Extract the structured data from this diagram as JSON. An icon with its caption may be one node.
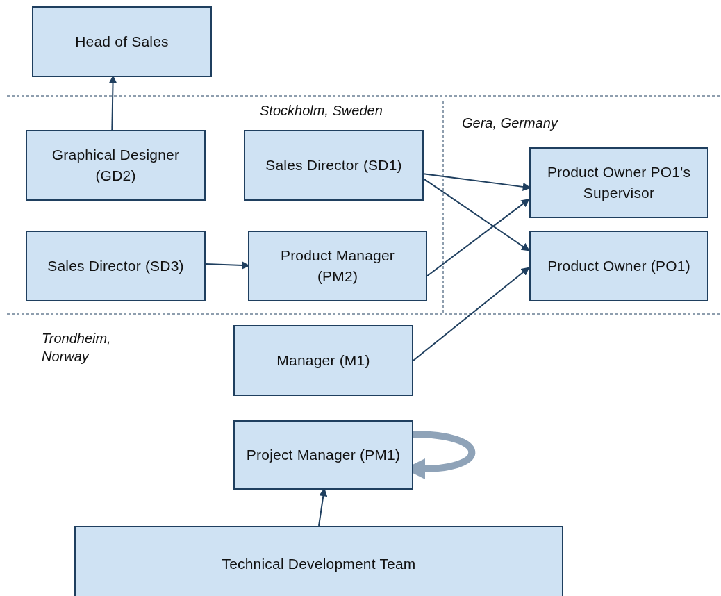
{
  "diagram": {
    "nodes": [
      {
        "text": [
          "Head of Sales"
        ]
      },
      {
        "text": [
          "Graphical Designer (GD2)"
        ]
      },
      {
        "text": [
          "Sales Director (SD1)"
        ]
      },
      {
        "text": [
          "Product Owner PO1's Supervisor"
        ]
      },
      {
        "text": [
          "Sales Director (SD3)"
        ]
      },
      {
        "text": [
          "Product Manager (PM2)"
        ]
      },
      {
        "text": [
          "Product Owner (PO1)"
        ]
      },
      {
        "text": [
          "Manager (M1)"
        ]
      },
      {
        "text": [
          "Project Manager (PM1)"
        ]
      },
      {
        "text": [
          "Technical Development Team"
        ]
      }
    ],
    "edges": [
      {
        "from": 1,
        "to": 0,
        "arrow": "to"
      },
      {
        "from": 2,
        "to": 3,
        "arrow": "to"
      },
      {
        "from": 2,
        "to": 6,
        "arrow": "to"
      },
      {
        "from": 4,
        "to": 5,
        "arrow": "to"
      },
      {
        "from": 5,
        "to": 3,
        "arrow": "to"
      },
      {
        "from": 7,
        "to": 6,
        "arrow": "to"
      },
      {
        "from": 8,
        "to": 8,
        "arrow": "to",
        "style": "thick",
        "color": "#8fa3b8"
      },
      {
        "from": 9,
        "to": 8,
        "arrow": "to"
      }
    ],
    "labels": [
      "Stockholm, Sweden",
      "Gera, Germany",
      "Trondheim, Norway"
    ]
  }
}
